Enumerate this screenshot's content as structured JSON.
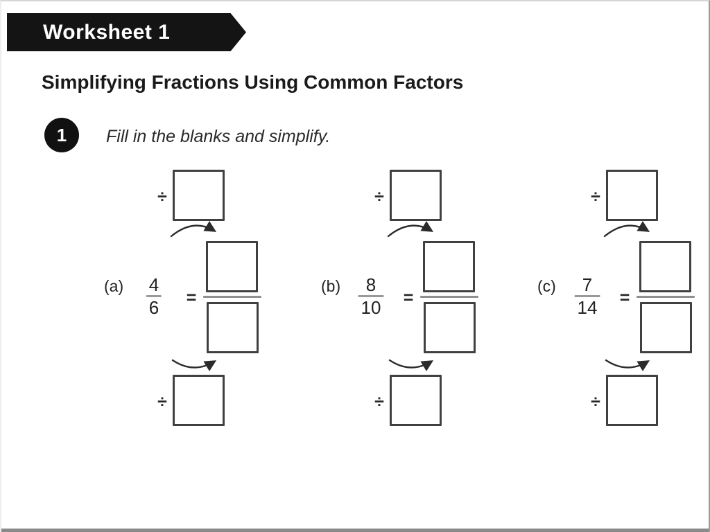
{
  "page": {
    "banner_label": "Worksheet 1",
    "title": "Simplifying Fractions Using Common Factors"
  },
  "question": {
    "number": "1",
    "instruction": "Fill in the blanks and simplify."
  },
  "symbols": {
    "divide": "÷",
    "equals": "="
  },
  "problems": [
    {
      "label": "(a)",
      "numerator": "4",
      "denominator": "6"
    },
    {
      "label": "(b)",
      "numerator": "8",
      "denominator": "10"
    },
    {
      "label": "(c)",
      "numerator": "7",
      "denominator": "14"
    }
  ],
  "colors": {
    "banner_bg": "#141414",
    "text": "#1f1f1f",
    "box_border": "#404040",
    "fraction_bar": "#999999"
  }
}
